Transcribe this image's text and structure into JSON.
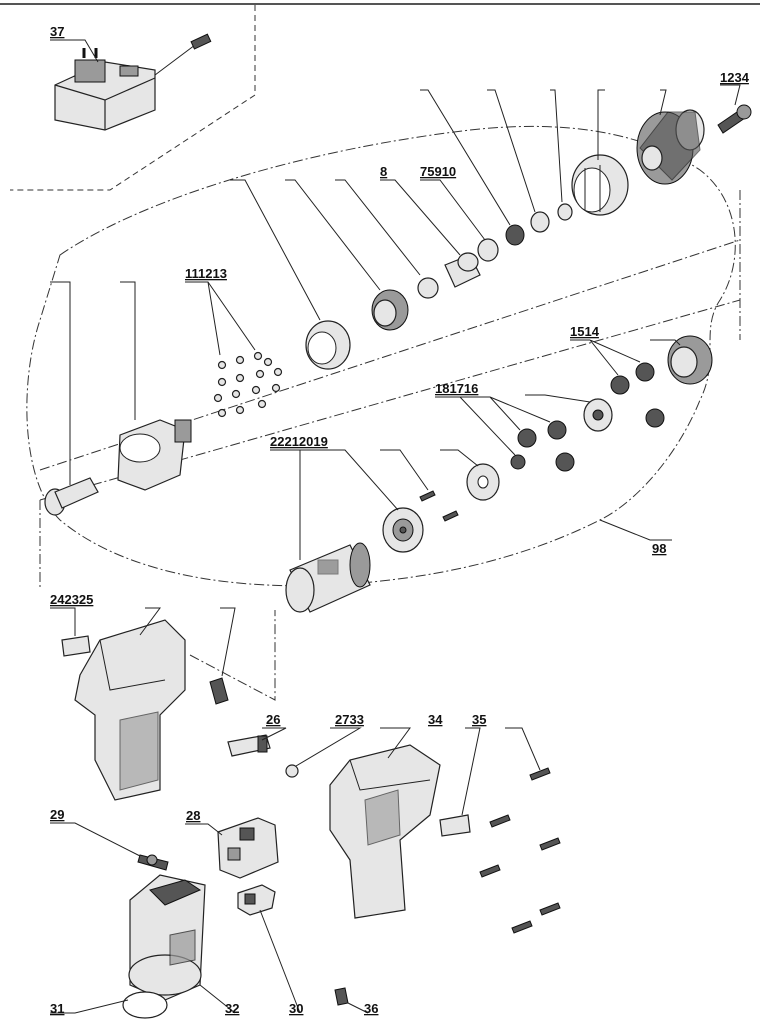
{
  "diagram": {
    "labels": {
      "l37": "37",
      "l1234": "1234",
      "l8": "8",
      "l75910": "75910",
      "l111213": "111213",
      "l1514": "1514",
      "l181716": "181716",
      "l22212019": "22212019",
      "l98": "98",
      "l242325": "242325",
      "l26": "26",
      "l2733": "2733",
      "l34": "34",
      "l35": "35",
      "l28": "28",
      "l29": "29",
      "l31": "31",
      "l32": "32",
      "l30": "30",
      "l36": "36"
    }
  }
}
